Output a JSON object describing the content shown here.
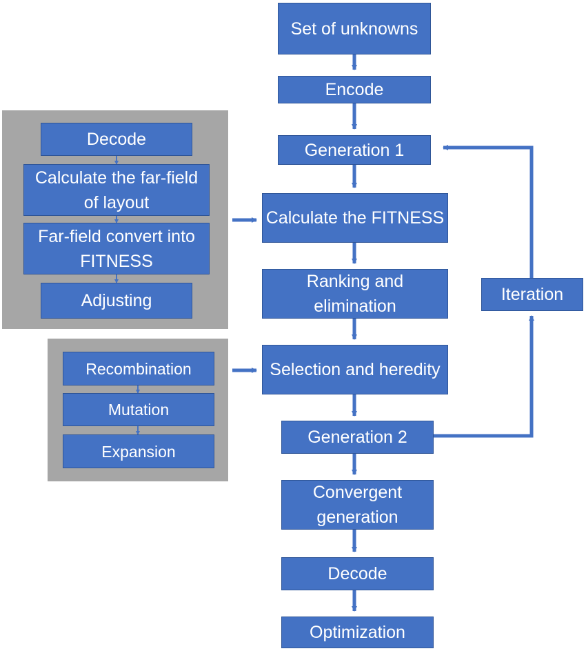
{
  "colors": {
    "box_fill": "#4472c4",
    "box_border": "#2f5597",
    "text": "#ffffff",
    "panel": "#a6a6a6",
    "arrow": "#4472c4"
  },
  "main_flow": [
    "Set of unknowns",
    "Encode",
    "Generation 1",
    "Calculate the FITNESS",
    "Ranking and elimination",
    "Selection and heredity",
    "Generation 2",
    "Convergent generation",
    "Decode",
    "Optimization"
  ],
  "fitness_panel": [
    "Decode",
    "Calculate the far-field of layout",
    "Far-field convert into FITNESS",
    "Adjusting"
  ],
  "operators_panel": [
    "Recombination",
    "Mutation",
    "Expansion"
  ],
  "loop_label": "Iteration"
}
